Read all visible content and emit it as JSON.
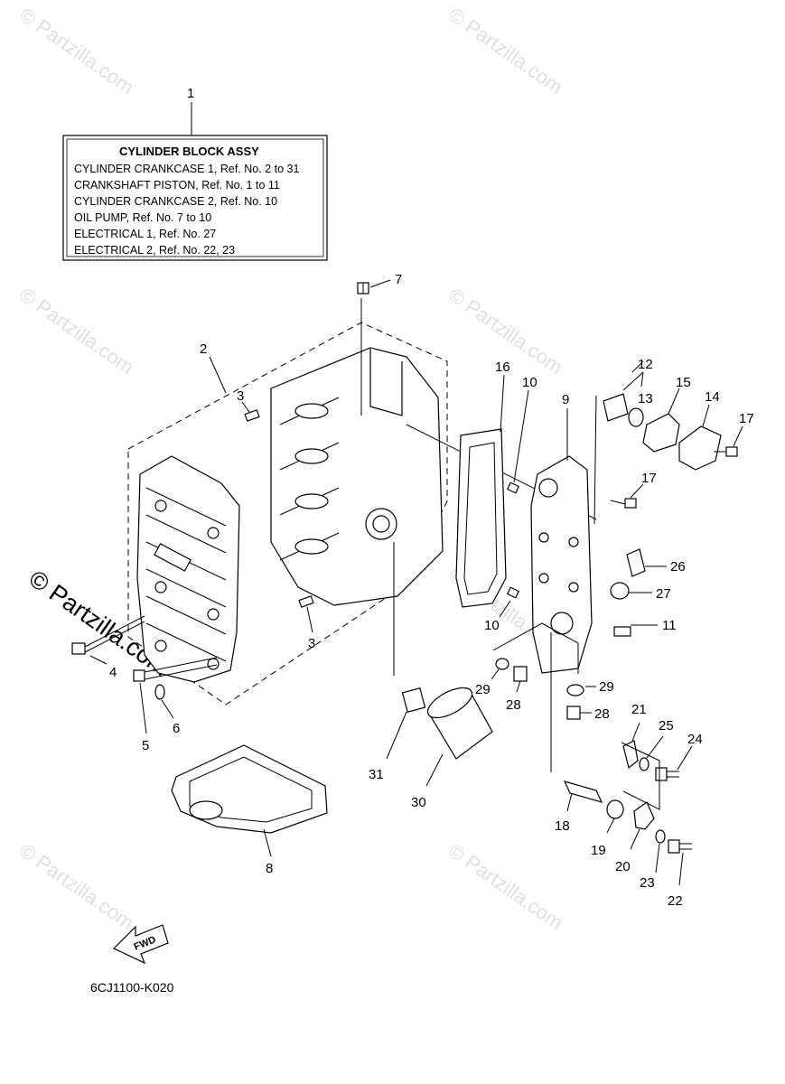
{
  "watermark": {
    "text": "© Partzilla.com",
    "side_text": "© Partzilla.com"
  },
  "info_box": {
    "ref": "1",
    "title": "CYLINDER BLOCK ASSY",
    "lines": [
      "CYLINDER CRANKCASE 1,  Ref. No. 2 to 31",
      "CRANKSHAFT PISTON,  Ref. No. 1 to 11",
      "CYLINDER CRANKCASE 2,  Ref. No. 10",
      "OIL PUMP,  Ref. No. 7 to 10",
      "ELECTRICAL 1,  Ref. No. 27",
      "ELECTRICAL 2,  Ref. No. 22, 23"
    ]
  },
  "callouts": {
    "c2": "2",
    "c3a": "3",
    "c3b": "3",
    "c4": "4",
    "c5": "5",
    "c6": "6",
    "c7": "7",
    "c8": "8",
    "c9": "9",
    "c10a": "10",
    "c10b": "10",
    "c11": "11",
    "c12": "12",
    "c13": "13",
    "c14": "14",
    "c15": "15",
    "c16": "16",
    "c17a": "17",
    "c17b": "17",
    "c18": "18",
    "c19": "19",
    "c20": "20",
    "c21": "21",
    "c22": "22",
    "c23": "23",
    "c24": "24",
    "c25": "25",
    "c26": "26",
    "c27": "27",
    "c28a": "28",
    "c28b": "28",
    "c29a": "29",
    "c29b": "29",
    "c30": "30",
    "c31": "31"
  },
  "fwd_label": "FWD",
  "diagram_code": "6CJ1100-K020"
}
